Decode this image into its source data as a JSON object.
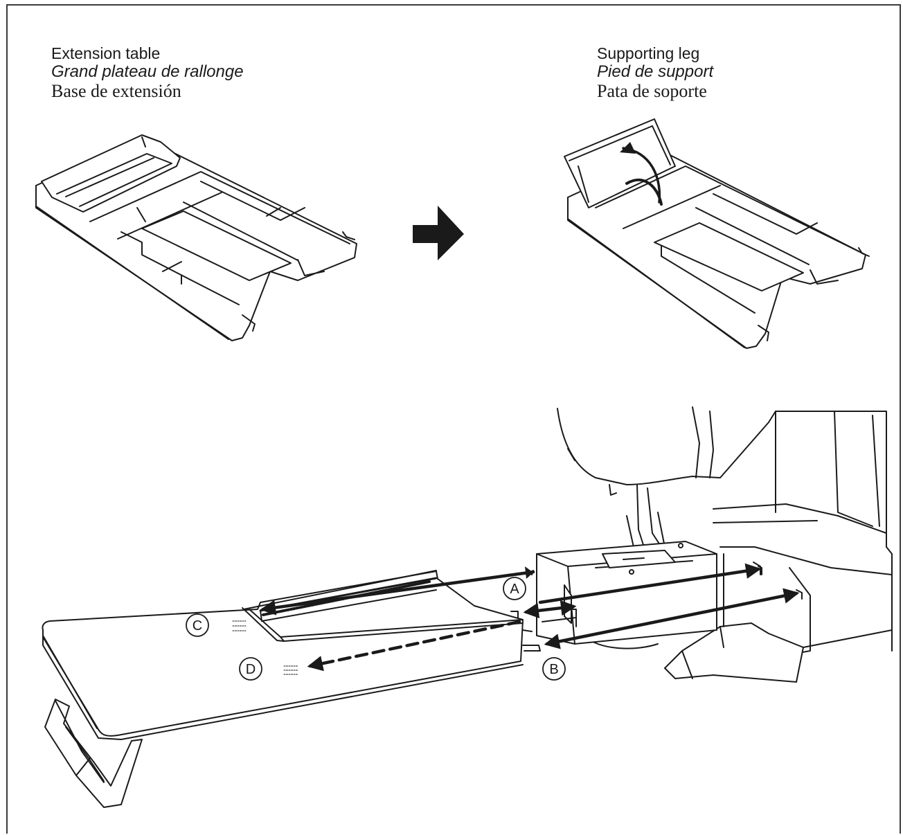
{
  "labels": {
    "extension_table": {
      "en": "Extension table",
      "fr": "Grand plateau de rallonge",
      "es": "Base de extensión"
    },
    "supporting_leg": {
      "en": "Supporting leg",
      "fr": "Pied de support",
      "es": "Pata de soporte"
    }
  },
  "callouts": {
    "a": "A",
    "b": "B",
    "c": "C",
    "d": "D"
  },
  "colors": {
    "line": "#1a1a1a",
    "fill": "#ffffff"
  }
}
